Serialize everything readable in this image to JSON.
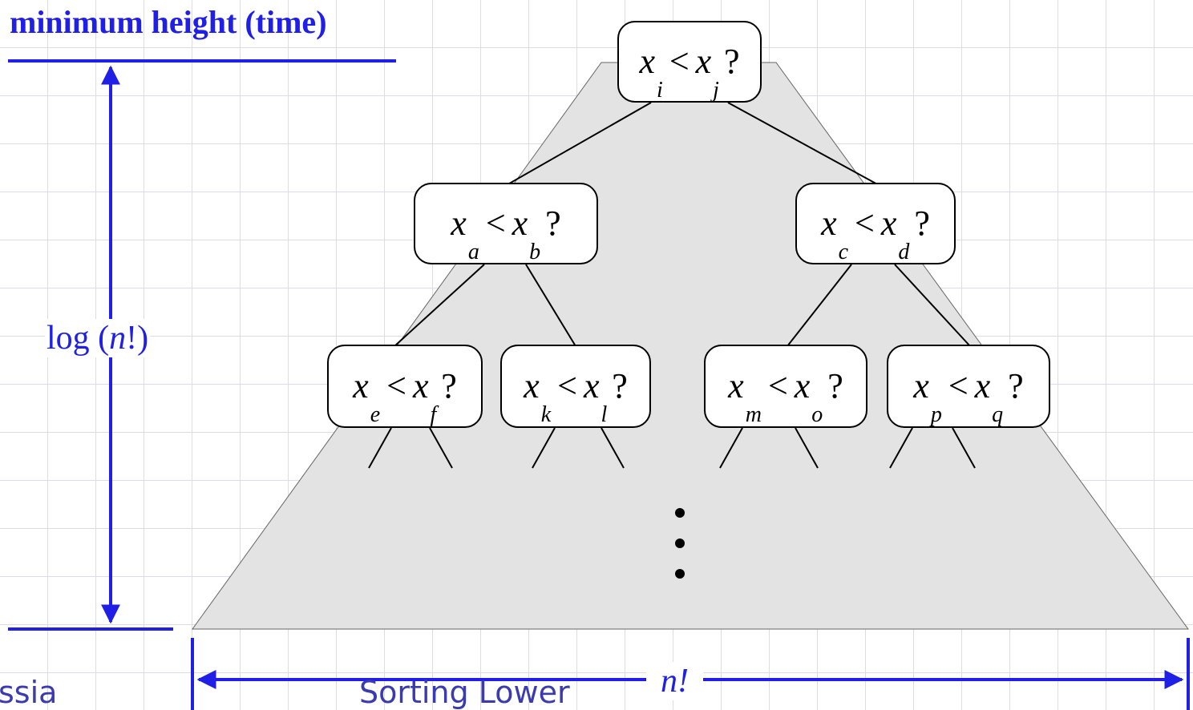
{
  "title": "minimum height (time)",
  "height_label": {
    "prefix": "log (",
    "var": "n",
    "suffix": "!)"
  },
  "width_label": "n!",
  "footer": {
    "left": "ssia",
    "center": "Sorting Lower"
  },
  "nodes": {
    "root": {
      "left_var": "x",
      "left_sub": "i",
      "op": "<",
      "right_var": "x",
      "right_sub": "j",
      "q": "?"
    },
    "l1_left": {
      "left_var": "x",
      "left_sub": "a",
      "op": "<",
      "right_var": "x",
      "right_sub": "b",
      "q": "?"
    },
    "l1_right": {
      "left_var": "x",
      "left_sub": "c",
      "op": "<",
      "right_var": "x",
      "right_sub": "d",
      "q": "?"
    },
    "l2_1": {
      "left_var": "x",
      "left_sub": "e",
      "op": "<",
      "right_var": "x",
      "right_sub": "f",
      "q": "?"
    },
    "l2_2": {
      "left_var": "x",
      "left_sub": "k",
      "op": "<",
      "right_var": "x",
      "right_sub": "l",
      "q": "?"
    },
    "l2_3": {
      "left_var": "x",
      "left_sub": "m",
      "op": "<",
      "right_var": "x",
      "right_sub": "o",
      "q": "?"
    },
    "l2_4": {
      "left_var": "x",
      "left_sub": "p",
      "op": "<",
      "right_var": "x",
      "right_sub": "q",
      "q": "?"
    }
  },
  "colors": {
    "accent": "#1f1fe6",
    "trapezoid": "#e3e3e3",
    "footer": "#3b3bb0"
  }
}
